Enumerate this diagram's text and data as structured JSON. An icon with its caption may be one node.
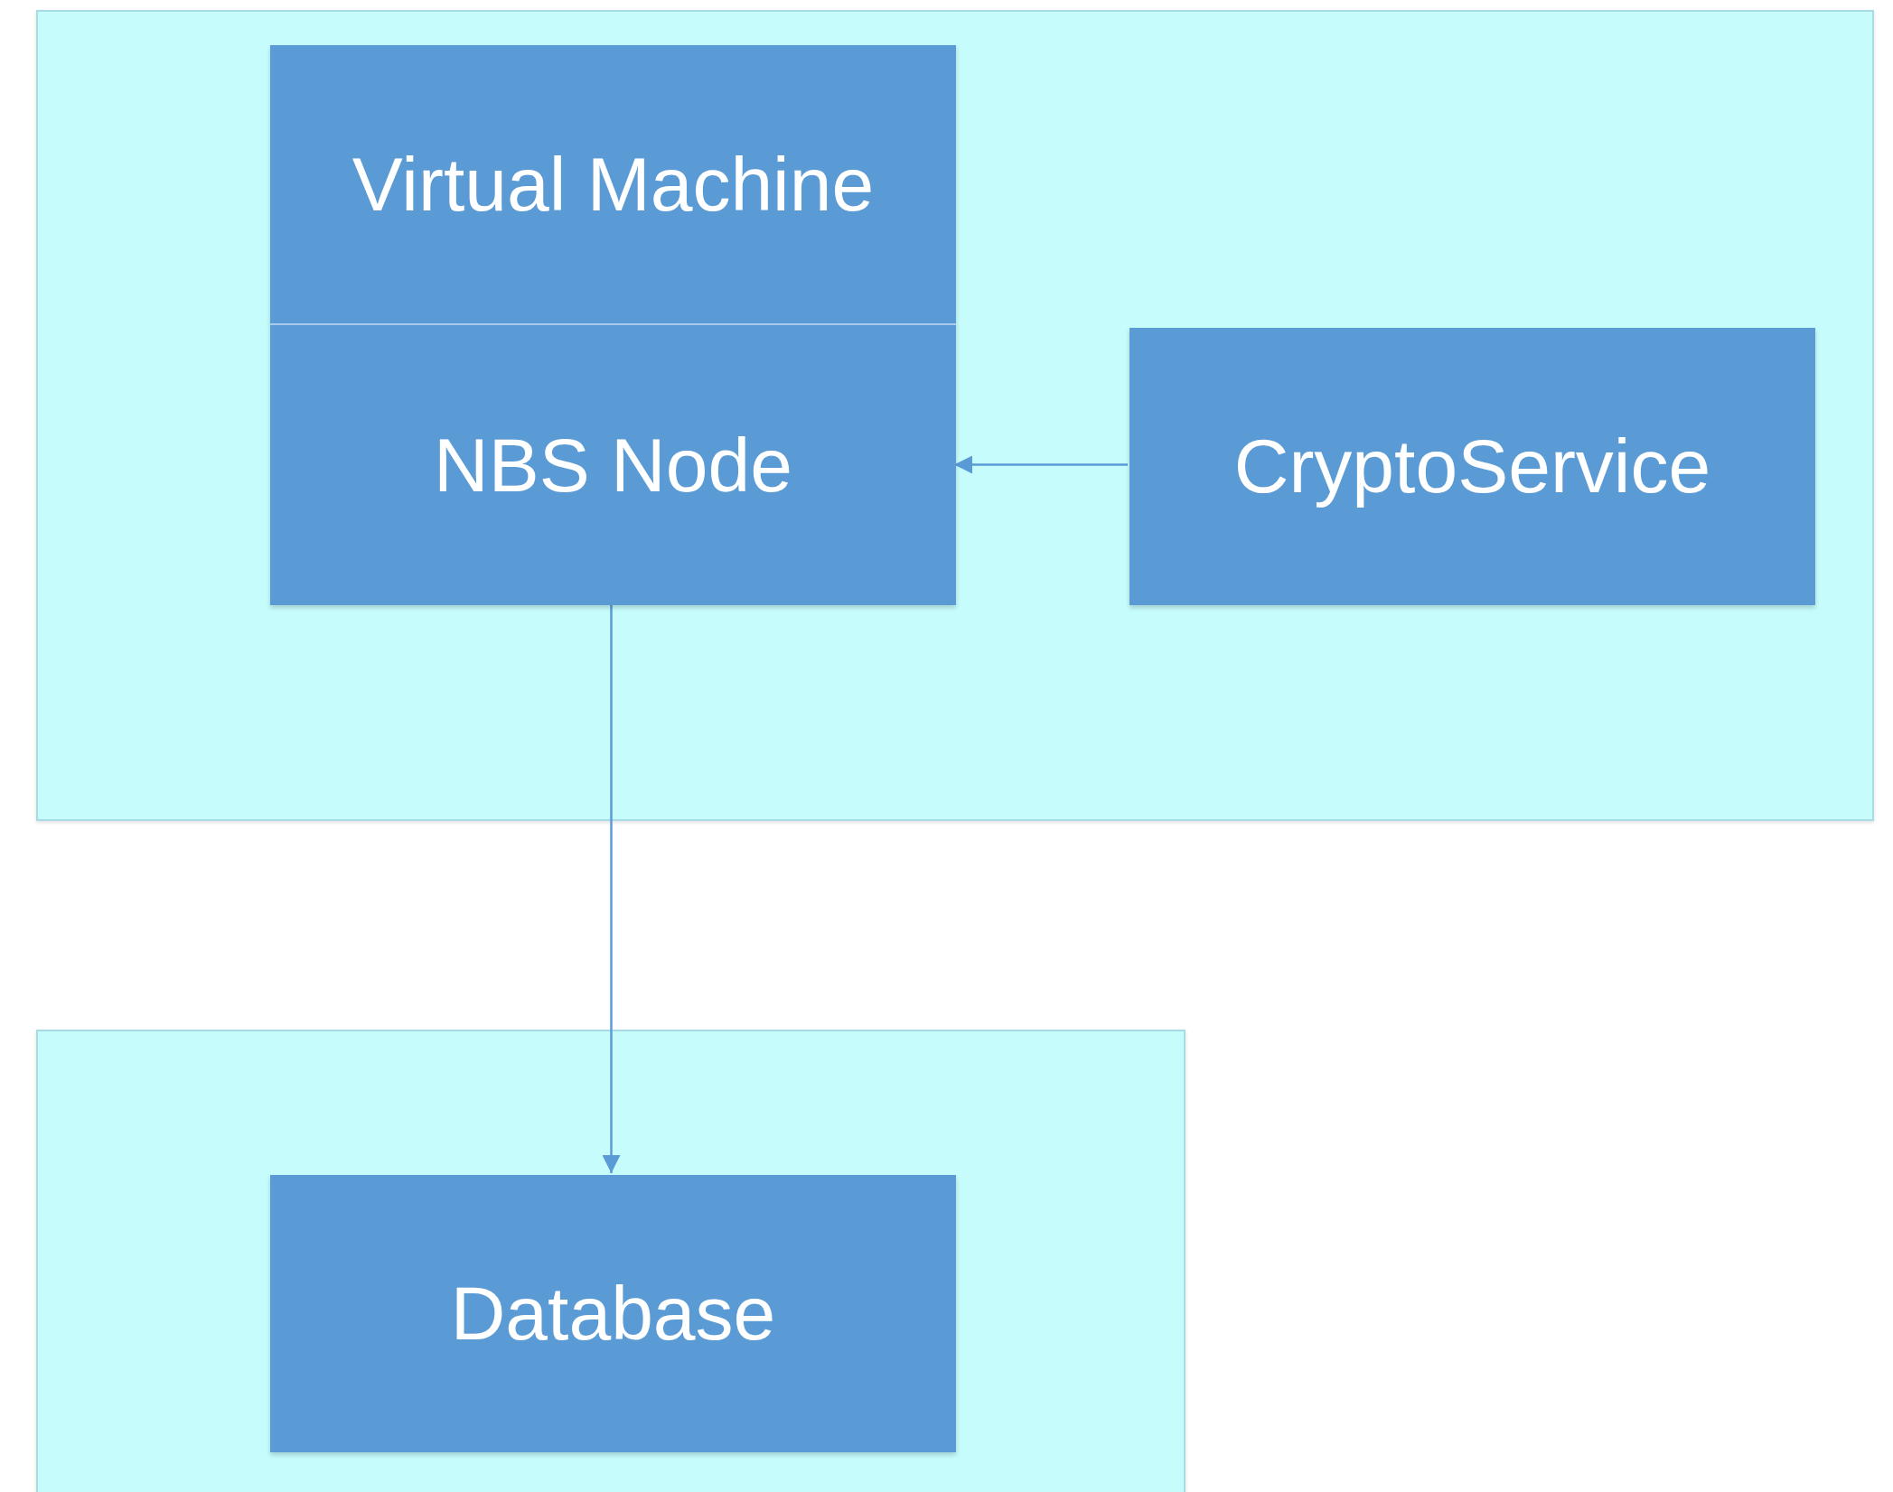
{
  "diagram": {
    "nodes": [
      {
        "text": [],
        "shape": "box"
      },
      {
        "text": [
          "Virtual Machine"
        ],
        "in": 0
      },
      {
        "text": [
          "NBS Node"
        ],
        "in": 0
      },
      {
        "text": [
          "CryptoService"
        ],
        "in": 0
      },
      {
        "text": [],
        "shape": "box"
      },
      {
        "text": [
          "Database"
        ],
        "in": 4
      }
    ],
    "edges": [
      {
        "from": 3,
        "to": 2,
        "arrow": "to"
      },
      {
        "from": 2,
        "to": 5,
        "arrow": "to"
      }
    ]
  }
}
